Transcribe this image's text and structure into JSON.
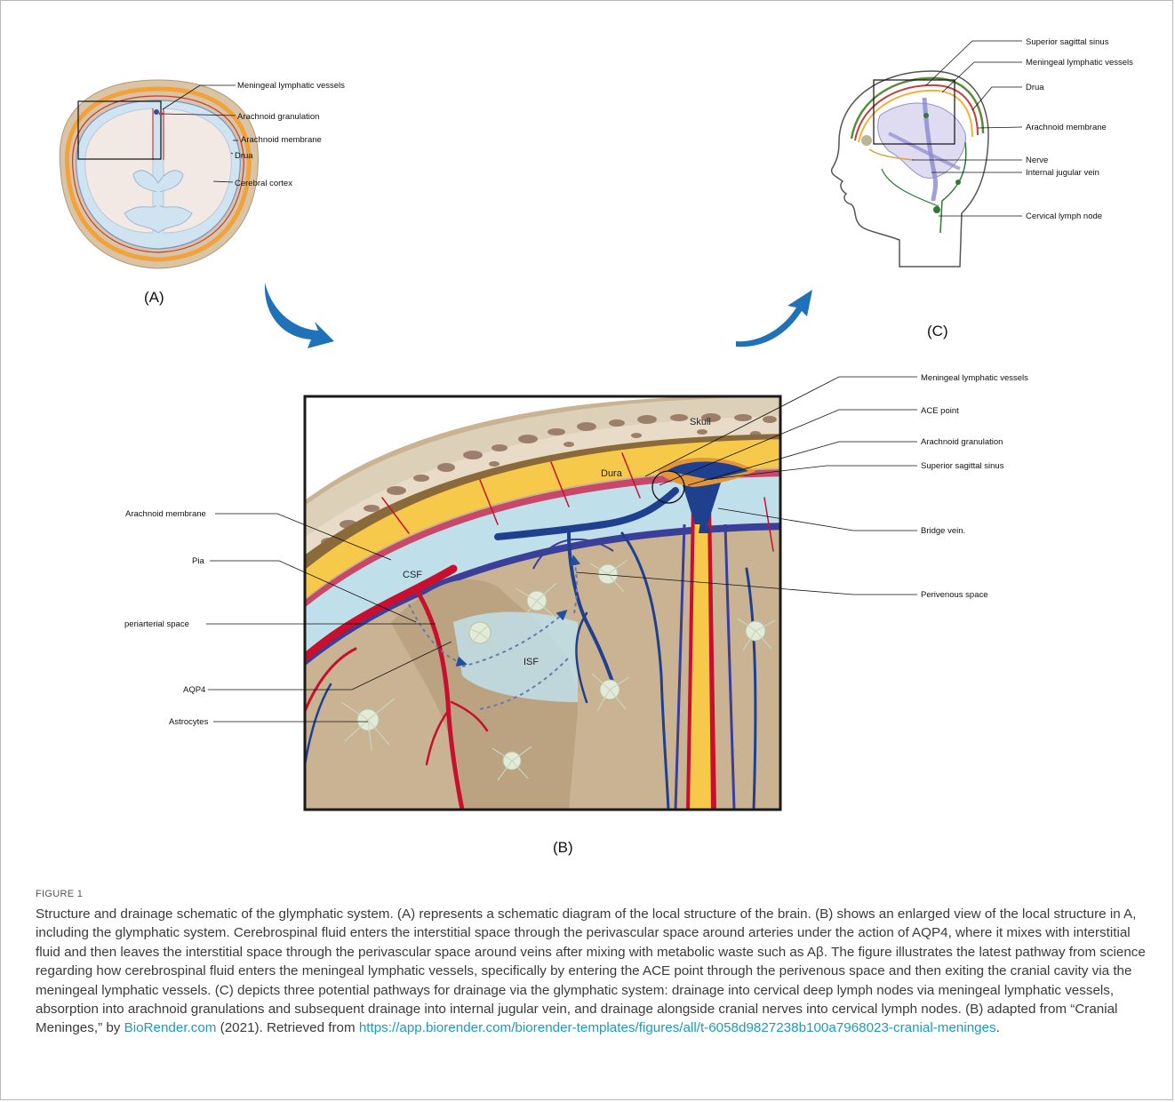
{
  "panels": {
    "a": "(A)",
    "b": "(B)",
    "c": "(C)"
  },
  "panel_a": {
    "labels": [
      "Meningeal lymphatic vessels",
      "Arachnoid granulation",
      "Arachnoid membrane",
      "Drua",
      "Cerebral cortex"
    ]
  },
  "panel_c": {
    "labels": [
      "Superior sagittal sinus",
      "Meningeal lymphatic vessels",
      "Drua",
      "Arachnoid membrane",
      "Nerve",
      "Internal jugular vein",
      "Cervical lymph node"
    ]
  },
  "panel_b": {
    "left_labels": [
      "Arachnoid membrane",
      "Pia",
      "periarterial space",
      "AQP4",
      "Astrocytes"
    ],
    "right_labels": [
      "Meningeal lymphatic vessels",
      "ACE point",
      "Arachnoid granulation",
      "Superior sagittal sinus",
      "Bridge vein.",
      "Perivenous space"
    ],
    "inner": {
      "skull": "Skull",
      "dura": "Dura",
      "csf": "CSF",
      "isf": "ISF"
    }
  },
  "colors": {
    "artery": "#c8102e",
    "vein": "#1f3f8f",
    "csf": "#bfe0ea",
    "dura": "#f6c94a",
    "brain": "#c8b49a",
    "arrow": "#1f72b8",
    "link": "#1f9bb6"
  },
  "caption": {
    "figure_number": "FIGURE 1",
    "text": "Structure and drainage schematic of the glymphatic system. (A) represents a schematic diagram of the local structure of the brain. (B) shows an enlarged view of the local structure in A, including the glymphatic system. Cerebrospinal fluid enters the interstitial space through the perivascular space around arteries under the action of AQP4, where it mixes with interstitial fluid and then leaves the interstitial space through the perivascular space around veins after mixing with metabolic waste such as Aβ. The figure illustrates the latest pathway from science regarding how cerebrospinal fluid enters the meningeal lymphatic vessels, specifically by entering the ACE point through the perivenous space and then exiting the cranial cavity via the meningeal lymphatic vessels. (C) depicts three potential pathways for drainage via the glymphatic system: drainage into cervical deep lymph nodes via meningeal lymphatic vessels, absorption into arachnoid granulations and subsequent drainage into internal jugular vein, and drainage alongside cranial nerves into cervical lymph nodes. (B) adapted from “Cranial Meninges,” by ",
    "link1": "BioRender.com",
    "mid": " (2021). Retrieved from ",
    "link2": "https://app.biorender.com/biorender-templates/figures/all/t-6058d9827238b100a7968023-cranial-meninges",
    "end": "."
  }
}
